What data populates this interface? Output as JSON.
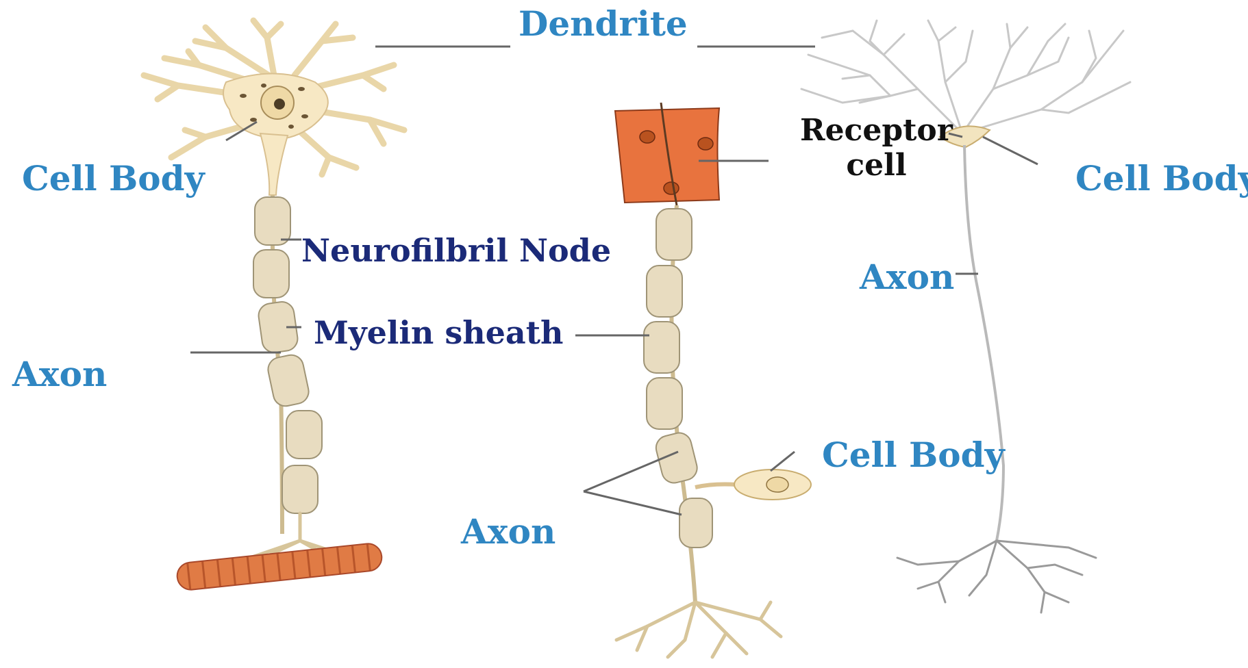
{
  "labels": {
    "dendrite": "Dendrite",
    "cell_body_left": "Cell Body",
    "neurofilbril_node": "Neurofilbril  Node",
    "myelin_sheath": "Myelin sheath",
    "axon_left": "Axon",
    "receptor_line1": "Receptor",
    "receptor_line2": "cell",
    "cell_body_right": "Cell Body",
    "axon_right": "Axon",
    "cell_body_middle": "Cell Body",
    "axon_middle": "Axon"
  },
  "colors": {
    "label_blue": "#2f86c2",
    "label_navy": "#1b2a78",
    "label_black": "#111111",
    "cell_fill": "#f7e8c4",
    "myelin_fill": "#e8dcc0",
    "muscle_fill": "#e07b45",
    "receptor_fill": "#e8733e",
    "leader_line": "#666666"
  }
}
